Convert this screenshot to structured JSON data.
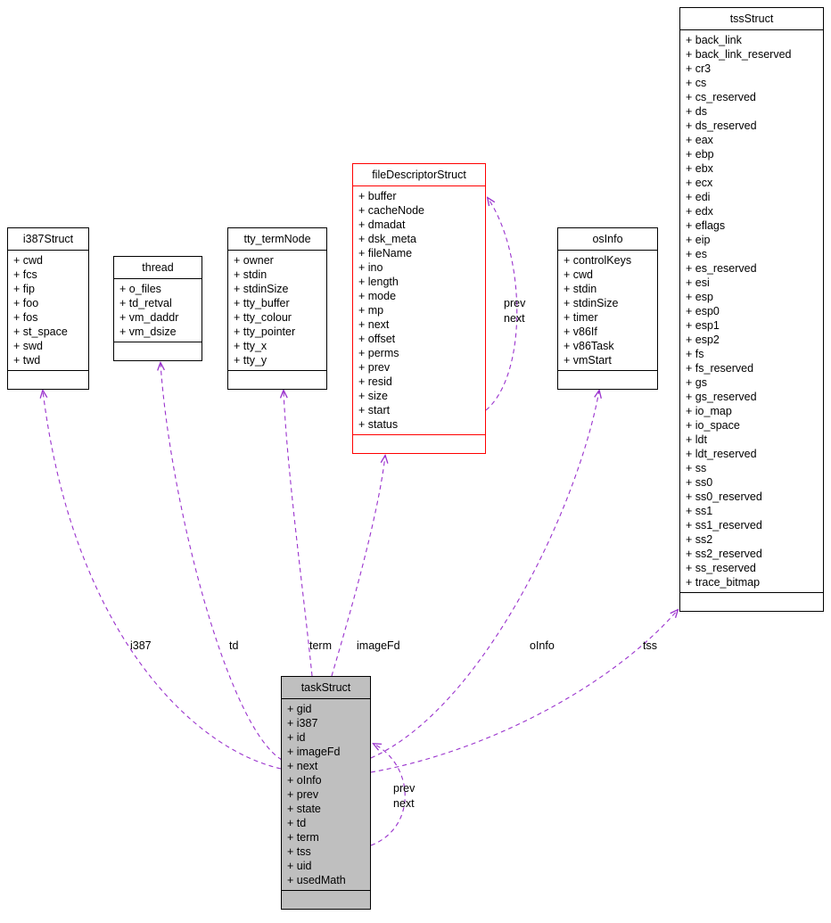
{
  "diagram": {
    "colors": {
      "edge": "#9a32cd",
      "highlight": "#ff0000",
      "node-fill": "#bfbfbf",
      "node-border": "#000000"
    },
    "classes": [
      {
        "title": "i387Struct",
        "fields": [
          "+ cwd",
          "+ fcs",
          "+ fip",
          "+ foo",
          "+ fos",
          "+ st_space",
          "+ swd",
          "+ twd"
        ]
      },
      {
        "title": "thread",
        "fields": [
          "+ o_files",
          "+ td_retval",
          "+ vm_daddr",
          "+ vm_dsize"
        ]
      },
      {
        "title": "tty_termNode",
        "fields": [
          "+ owner",
          "+ stdin",
          "+ stdinSize",
          "+ tty_buffer",
          "+ tty_colour",
          "+ tty_pointer",
          "+ tty_x",
          "+ tty_y"
        ]
      },
      {
        "title": "fileDescriptorStruct",
        "fields": [
          "+ buffer",
          "+ cacheNode",
          "+ dmadat",
          "+ dsk_meta",
          "+ fileName",
          "+ ino",
          "+ length",
          "+ mode",
          "+ mp",
          "+ next",
          "+ offset",
          "+ perms",
          "+ prev",
          "+ resid",
          "+ size",
          "+ start",
          "+ status"
        ]
      },
      {
        "title": "osInfo",
        "fields": [
          "+ controlKeys",
          "+ cwd",
          "+ stdin",
          "+ stdinSize",
          "+ timer",
          "+ v86If",
          "+ v86Task",
          "+ vmStart"
        ]
      },
      {
        "title": "tssStruct",
        "fields": [
          "+ back_link",
          "+ back_link_reserved",
          "+ cr3",
          "+ cs",
          "+ cs_reserved",
          "+ ds",
          "+ ds_reserved",
          "+ eax",
          "+ ebp",
          "+ ebx",
          "+ ecx",
          "+ edi",
          "+ edx",
          "+ eflags",
          "+ eip",
          "+ es",
          "+ es_reserved",
          "+ esi",
          "+ esp",
          "+ esp0",
          "+ esp1",
          "+ esp2",
          "+ fs",
          "+ fs_reserved",
          "+ gs",
          "+ gs_reserved",
          "+ io_map",
          "+ io_space",
          "+ ldt",
          "+ ldt_reserved",
          "+ ss",
          "+ ss0",
          "+ ss0_reserved",
          "+ ss1",
          "+ ss1_reserved",
          "+ ss2",
          "+ ss2_reserved",
          "+ ss_reserved",
          "+ trace_bitmap"
        ]
      },
      {
        "title": "taskStruct",
        "fields": [
          "+ gid",
          "+ i387",
          "+ id",
          "+ imageFd",
          "+ next",
          "+ oInfo",
          "+ prev",
          "+ state",
          "+ td",
          "+ term",
          "+ tss",
          "+ uid",
          "+ usedMath"
        ]
      }
    ],
    "edge_labels": {
      "i387": "i387",
      "td": "td",
      "term": "term",
      "imageFd": "imageFd",
      "oInfo": "oInfo",
      "tss": "tss",
      "fd_prev": "prev",
      "fd_next": "next",
      "task_prev": "prev",
      "task_next": "next"
    }
  }
}
